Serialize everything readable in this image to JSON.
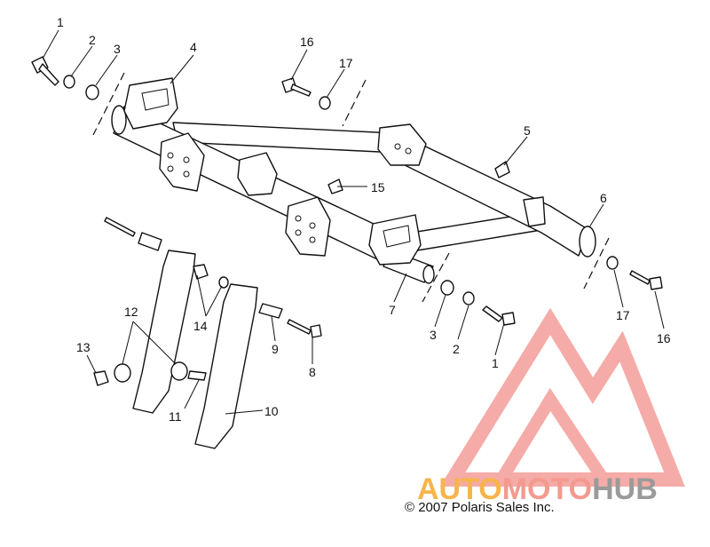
{
  "copyright": "© 2007 Polaris Sales Inc.",
  "watermark": {
    "part1": "AUTO",
    "part2": "MOTO",
    "part3": "HUB",
    "color1": "#f7b44a",
    "color2": "#f39a8f",
    "color3": "#9a9a9a",
    "logo_color": "#f28f8a"
  },
  "callouts": [
    {
      "id": "c1a",
      "label": "1"
    },
    {
      "id": "c2a",
      "label": "2"
    },
    {
      "id": "c3a",
      "label": "3"
    },
    {
      "id": "c4",
      "label": "4"
    },
    {
      "id": "c16a",
      "label": "16"
    },
    {
      "id": "c17a",
      "label": "17"
    },
    {
      "id": "c5",
      "label": "5"
    },
    {
      "id": "c15",
      "label": "15"
    },
    {
      "id": "c6",
      "label": "6"
    },
    {
      "id": "c12",
      "label": "12"
    },
    {
      "id": "c14",
      "label": "14"
    },
    {
      "id": "c13",
      "label": "13"
    },
    {
      "id": "c11",
      "label": "11"
    },
    {
      "id": "c9",
      "label": "9"
    },
    {
      "id": "c8",
      "label": "8"
    },
    {
      "id": "c10",
      "label": "10"
    },
    {
      "id": "c7",
      "label": "7"
    },
    {
      "id": "c3b",
      "label": "3"
    },
    {
      "id": "c2b",
      "label": "2"
    },
    {
      "id": "c1b",
      "label": "1"
    },
    {
      "id": "c17b",
      "label": "17"
    },
    {
      "id": "c16b",
      "label": "16"
    }
  ]
}
